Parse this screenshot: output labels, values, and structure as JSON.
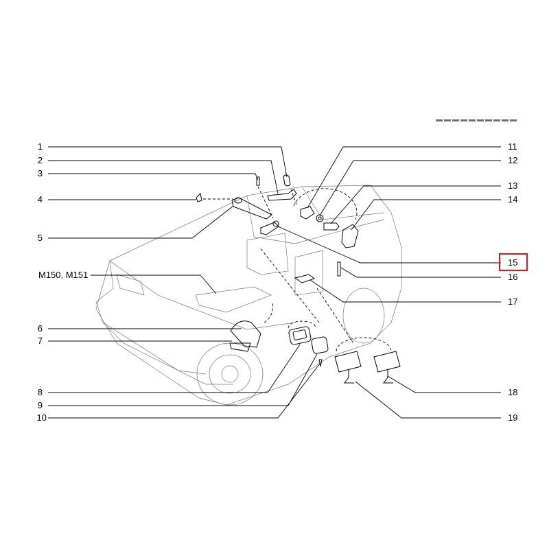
{
  "colors": {
    "line": "#000000",
    "highlight": "#e8141b"
  },
  "callouts_left": [
    {
      "id": "1",
      "label": "1"
    },
    {
      "id": "2",
      "label": "2"
    },
    {
      "id": "3",
      "label": "3"
    },
    {
      "id": "4",
      "label": "4"
    },
    {
      "id": "5",
      "label": "5"
    },
    {
      "id": "m150",
      "label": "M150, M151"
    },
    {
      "id": "6",
      "label": "6"
    },
    {
      "id": "7",
      "label": "7"
    },
    {
      "id": "8",
      "label": "8"
    },
    {
      "id": "9",
      "label": "9"
    },
    {
      "id": "10",
      "label": "10"
    }
  ],
  "callouts_right": [
    {
      "id": "11",
      "label": "11"
    },
    {
      "id": "12",
      "label": "12"
    },
    {
      "id": "13",
      "label": "13"
    },
    {
      "id": "14",
      "label": "14"
    },
    {
      "id": "15",
      "label": "15",
      "highlighted": true
    },
    {
      "id": "16",
      "label": "16"
    },
    {
      "id": "17",
      "label": "17"
    },
    {
      "id": "18",
      "label": "18"
    },
    {
      "id": "19",
      "label": "19"
    }
  ]
}
